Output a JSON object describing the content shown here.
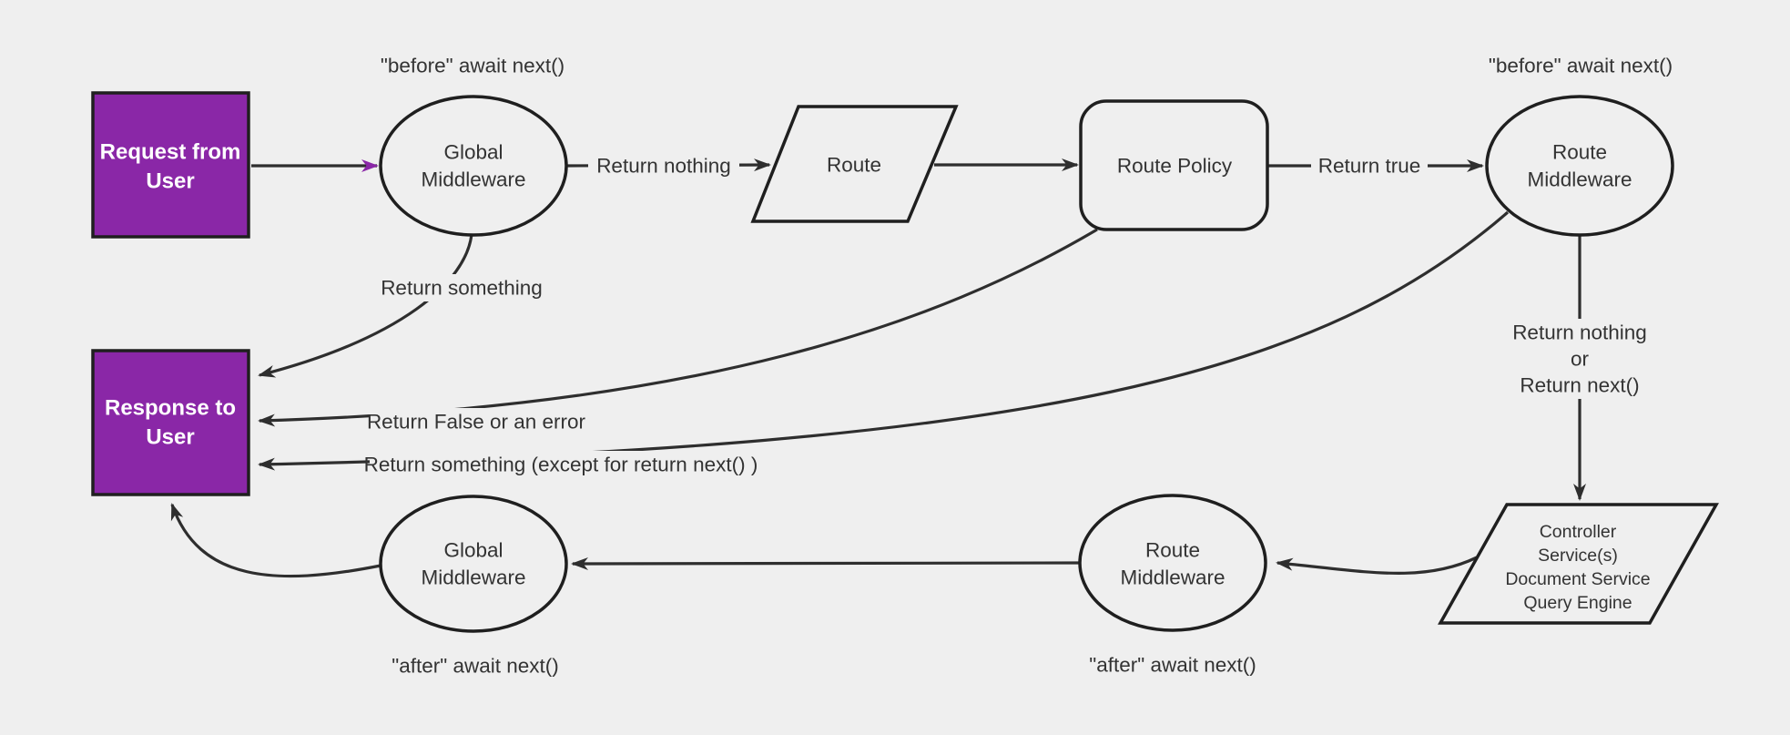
{
  "diagram_title": "Request and response lifecycle middleware flowchart",
  "colors": {
    "background": "#efefef",
    "purple": "#8a27a7",
    "shape_stroke": "#1f1f1f",
    "edge_stroke": "#2e2e2e",
    "text": "#333333",
    "box_text": "#ffffff"
  },
  "nodes": {
    "request": {
      "line1": "Request from",
      "line2": "User"
    },
    "global_middleware_top": {
      "line1": "Global",
      "line2": "Middleware"
    },
    "route": {
      "label": "Route"
    },
    "route_policy": {
      "label": "Route Policy"
    },
    "route_middleware_top": {
      "line1": "Route",
      "line2": "Middleware"
    },
    "controller": {
      "line1": "Controller",
      "line2": "Service(s)",
      "line3": "Document Service",
      "line4": "Query Engine"
    },
    "route_middleware_bottom": {
      "line1": "Route",
      "line2": "Middleware"
    },
    "global_middleware_bottom": {
      "line1": "Global",
      "line2": "Middleware"
    },
    "response": {
      "line1": "Response to",
      "line2": "User"
    }
  },
  "edge_labels": {
    "return_nothing": "Return nothing",
    "return_true": "Return true",
    "return_something": "Return something",
    "return_false_or_error": "Return False or an error",
    "return_something_except": "Return something (except for return next() )",
    "return_nothing_or_line1": "Return nothing",
    "return_nothing_or_line2": "or",
    "return_nothing_or_line3": "Return next()"
  },
  "annotations": {
    "before_await_top_left": "\"before\" await next()",
    "before_await_top_right": "\"before\" await next()",
    "after_await_bottom_left": "\"after\" await next()",
    "after_await_bottom_right": "\"after\" await next()"
  }
}
